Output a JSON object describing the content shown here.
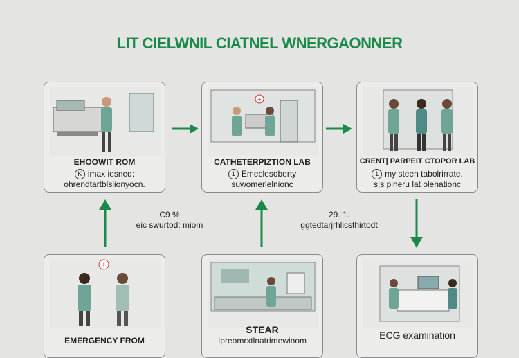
{
  "title": "LIT CIELWNIL CIATNEL WNERGAONNER",
  "colors": {
    "accent": "#1a8a4a",
    "background": "#e4e4e2",
    "scrub": "#6fa597"
  },
  "steps": [
    {
      "label": "EHOOWIT ROM",
      "badge": "K",
      "desc_line1": "imax iesned:",
      "desc_line2": "ohrendtartblsiionyocn."
    },
    {
      "label": "CATHETERPIZTION LAB",
      "badge": "1",
      "desc_line1": "Emeclesoberty",
      "desc_line2": "suwomerlelnionc"
    },
    {
      "label": "CRENT| PARPEIT CTOPOR LAB",
      "badge": "1",
      "desc_line1": "my steen tabolrirrate.",
      "desc_line2": "s;s pineru lat olenationc"
    },
    {
      "label": "EMERGENCY FROM"
    },
    {
      "label": "STEAR",
      "desc_line1": "Ipreomrxtlnatrimewinom"
    },
    {
      "label": "ECG examination"
    }
  ],
  "notes": [
    {
      "value": "C9 %",
      "text": "eic swurtod: miom"
    },
    {
      "value": "29. 1.",
      "text": "ggtedtarjrhlicsthirtodt"
    }
  ]
}
